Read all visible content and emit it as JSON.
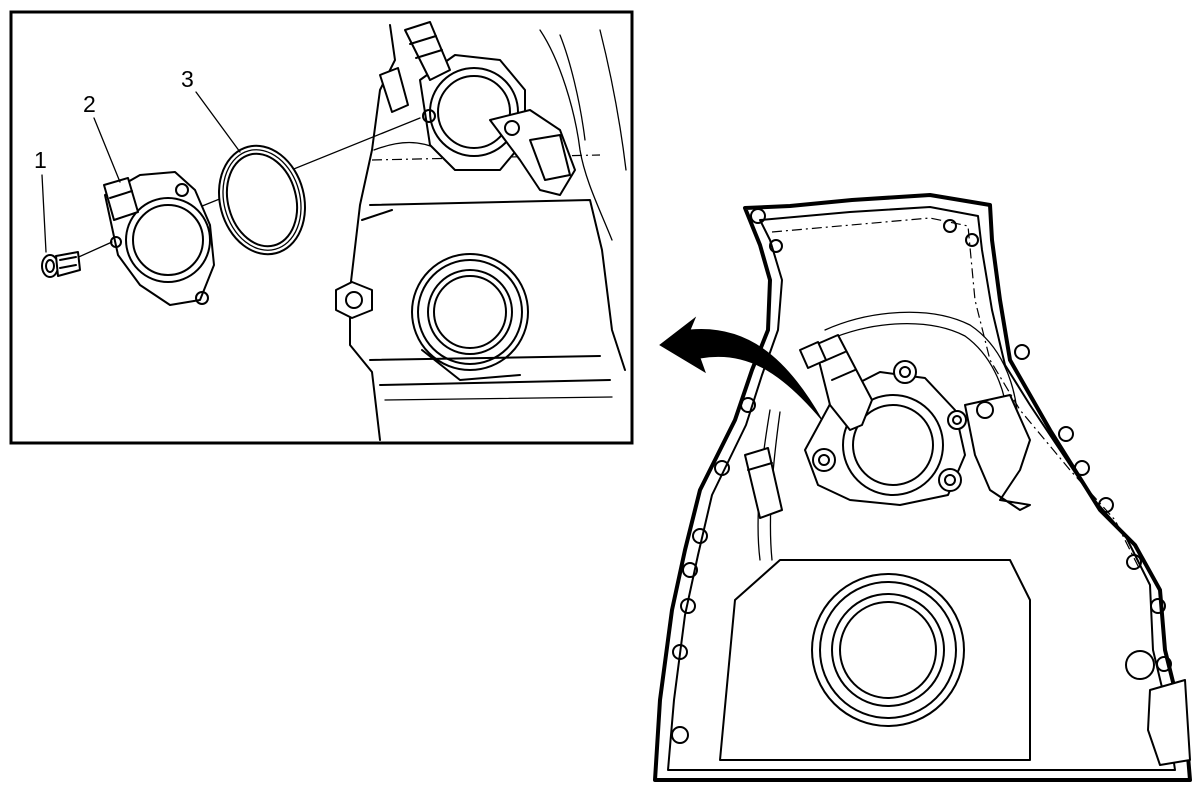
{
  "diagram": {
    "callouts": [
      {
        "label": "1",
        "part": "bolt"
      },
      {
        "label": "2",
        "part": "sensor-cover"
      },
      {
        "label": "3",
        "part": "seal-gasket"
      }
    ],
    "colors": {
      "line": "#000000",
      "background": "#ffffff"
    }
  }
}
